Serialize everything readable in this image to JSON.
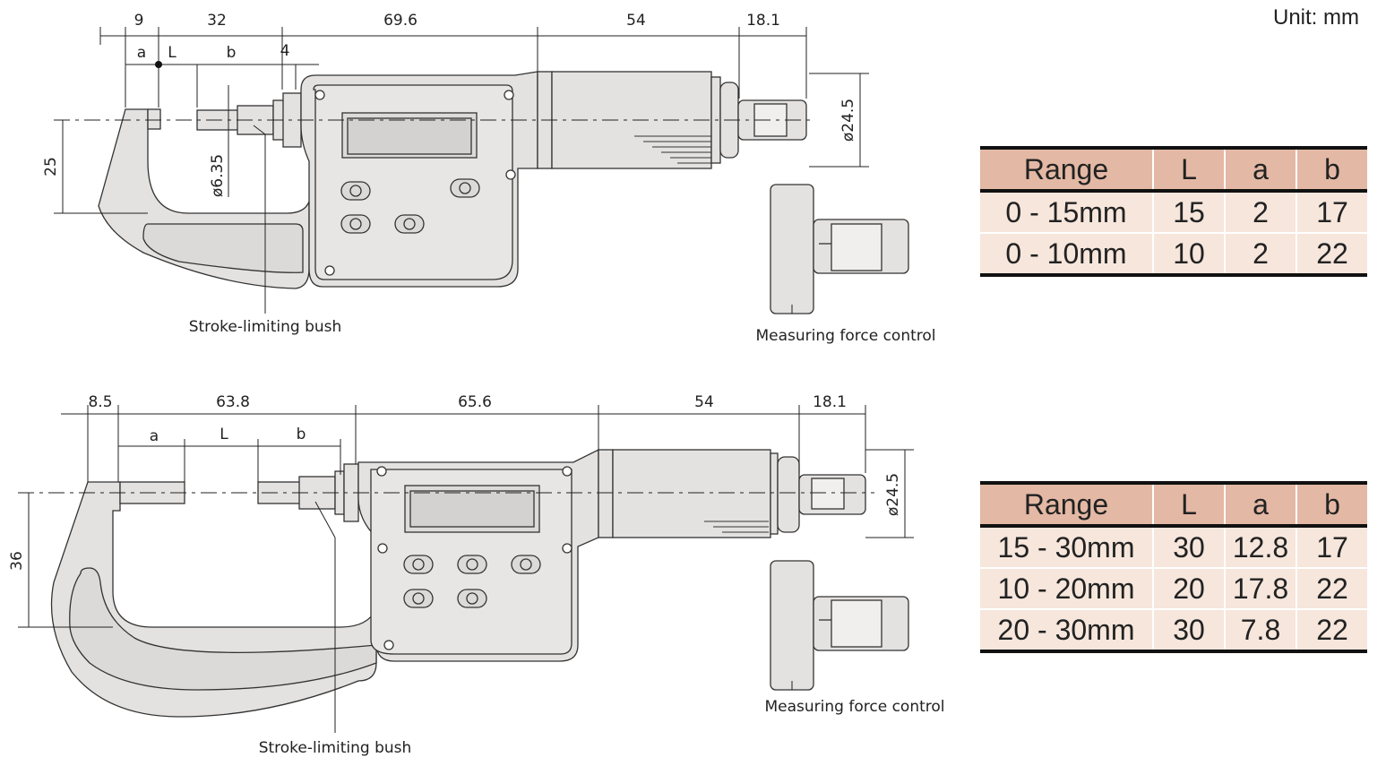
{
  "unit_label": "Unit: mm",
  "top_drawing": {
    "dims": {
      "d1": "9",
      "d2": "32",
      "d3": "69.6",
      "d4": "54",
      "d5": "18.1",
      "d6": "4",
      "height": "25",
      "diameter": "ø24.5",
      "spindle": "ø6.35"
    },
    "labels": {
      "a": "a",
      "L": "L",
      "b": "b"
    },
    "callout_bush": "Stroke-limiting bush",
    "callout_force": "Measuring force control"
  },
  "bottom_drawing": {
    "dims": {
      "d1": "8.5",
      "d2": "63.8",
      "d3": "65.6",
      "d4": "54",
      "d5": "18.1",
      "height": "36",
      "diameter": "ø24.5"
    },
    "labels": {
      "a": "a",
      "L": "L",
      "b": "b"
    },
    "callout_bush": "Stroke-limiting bush",
    "callout_force": "Measuring force control"
  },
  "table1": {
    "headers": [
      "Range",
      "L",
      "a",
      "b"
    ],
    "rows": [
      [
        "0 - 15mm",
        "15",
        "2",
        "17"
      ],
      [
        "0 - 10mm",
        "10",
        "2",
        "22"
      ]
    ]
  },
  "table2": {
    "headers": [
      "Range",
      "L",
      "a",
      "b"
    ],
    "rows": [
      [
        "15 - 30mm",
        "30",
        "12.8",
        "17"
      ],
      [
        "10 - 20mm",
        "20",
        "17.8",
        "22"
      ],
      [
        "20 - 30mm",
        "30",
        "7.8",
        "22"
      ]
    ]
  },
  "colors": {
    "body": "#e4e2e0",
    "outline": "#333333",
    "table_header": "#e3b8a4",
    "table_row": "#f6e6dc"
  }
}
